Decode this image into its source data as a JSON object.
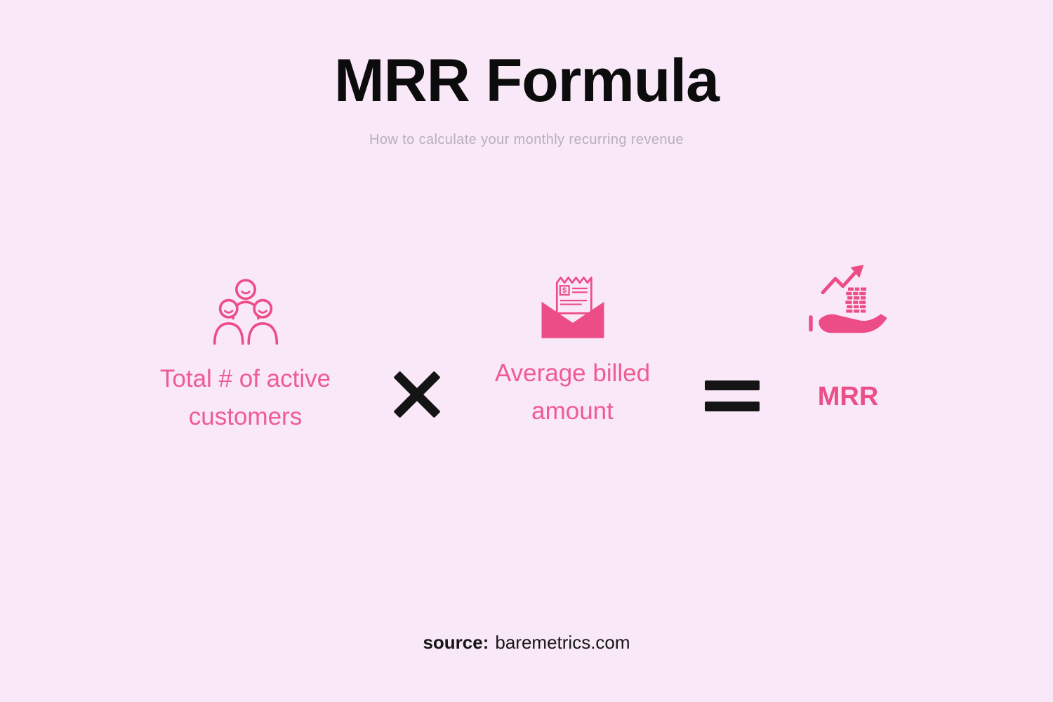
{
  "colors": {
    "background": "#f9e8f8",
    "icon_pink": "#ec4d86",
    "label_pink": "#ee5c92",
    "operator_black": "#141414",
    "subtitle_gray": "#b9afba"
  },
  "header": {
    "title": "MRR Formula",
    "subtitle": "How to calculate your monthly recurring revenue"
  },
  "formula": {
    "operands": [
      {
        "icon": "customers-group-icon",
        "label": "Total # of active customers"
      },
      {
        "icon": "billed-invoice-envelope-icon",
        "label": "Average billed amount"
      },
      {
        "icon": "hand-holding-revenue-icon",
        "label": "MRR"
      }
    ],
    "operators": {
      "multiply": "×",
      "equals": "="
    }
  },
  "footer": {
    "source_label": "source:",
    "source_value": "baremetrics.com"
  }
}
